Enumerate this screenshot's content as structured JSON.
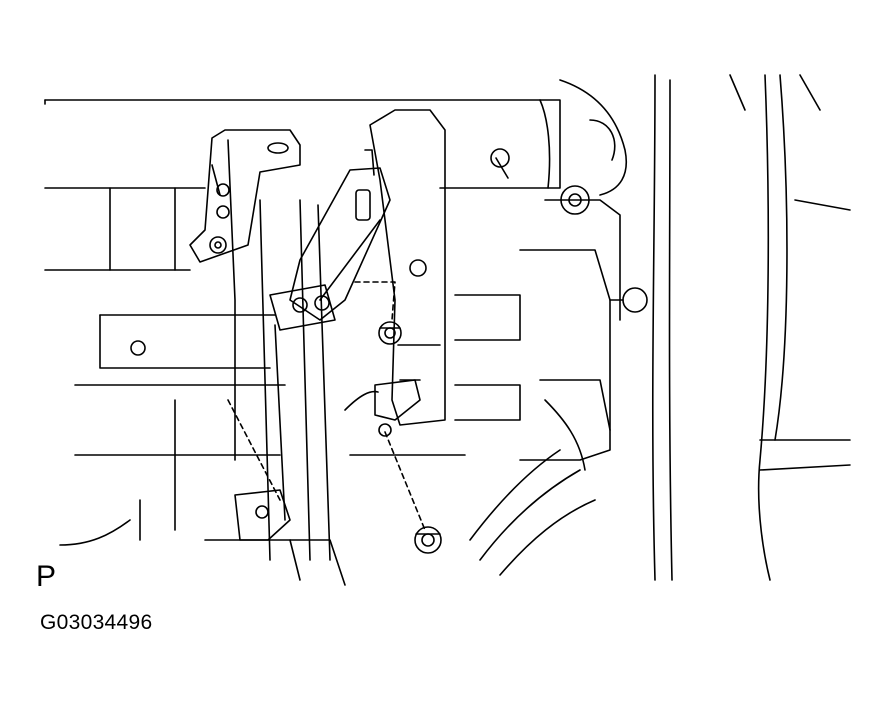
{
  "diagram": {
    "view_label": "P",
    "figure_code": "G03034496",
    "parts": [
      "bracket",
      "bolt",
      "bolt",
      "harness-clamp",
      "cable",
      "mount-boss"
    ],
    "colors": {
      "line": "#000000",
      "background": "#ffffff"
    }
  }
}
